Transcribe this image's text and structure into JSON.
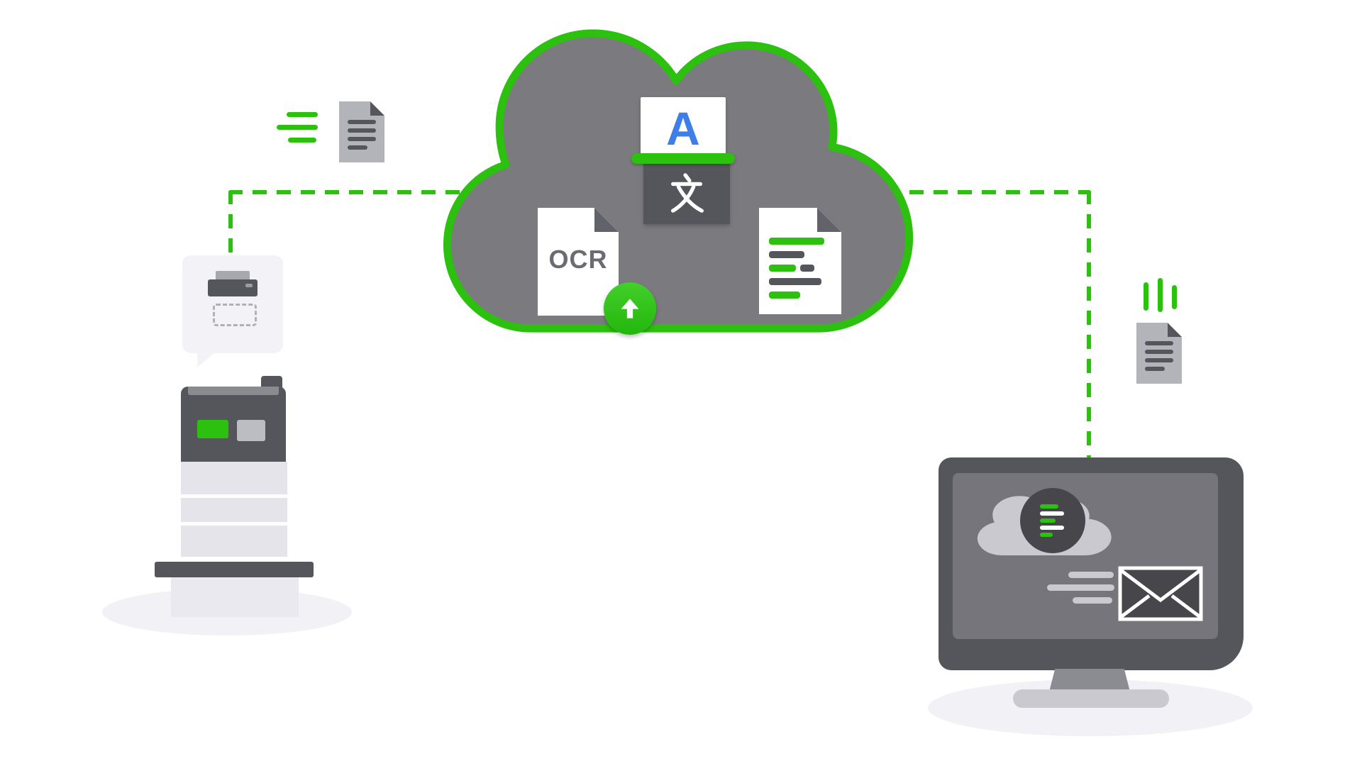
{
  "labels": {
    "ocr": "OCR",
    "translate_latin": "A",
    "translate_cjk": "文"
  },
  "colors": {
    "accent_green": "#2CC10E",
    "cloud_gray": "#7A7A7F",
    "dark_gray": "#55565B",
    "screen_gray": "#75757B",
    "light_gray": "#E4E4EA",
    "shadow_gray": "#F1F1F6",
    "translate_blue": "#3D7EE8",
    "document_white": "#FFFFFF"
  }
}
